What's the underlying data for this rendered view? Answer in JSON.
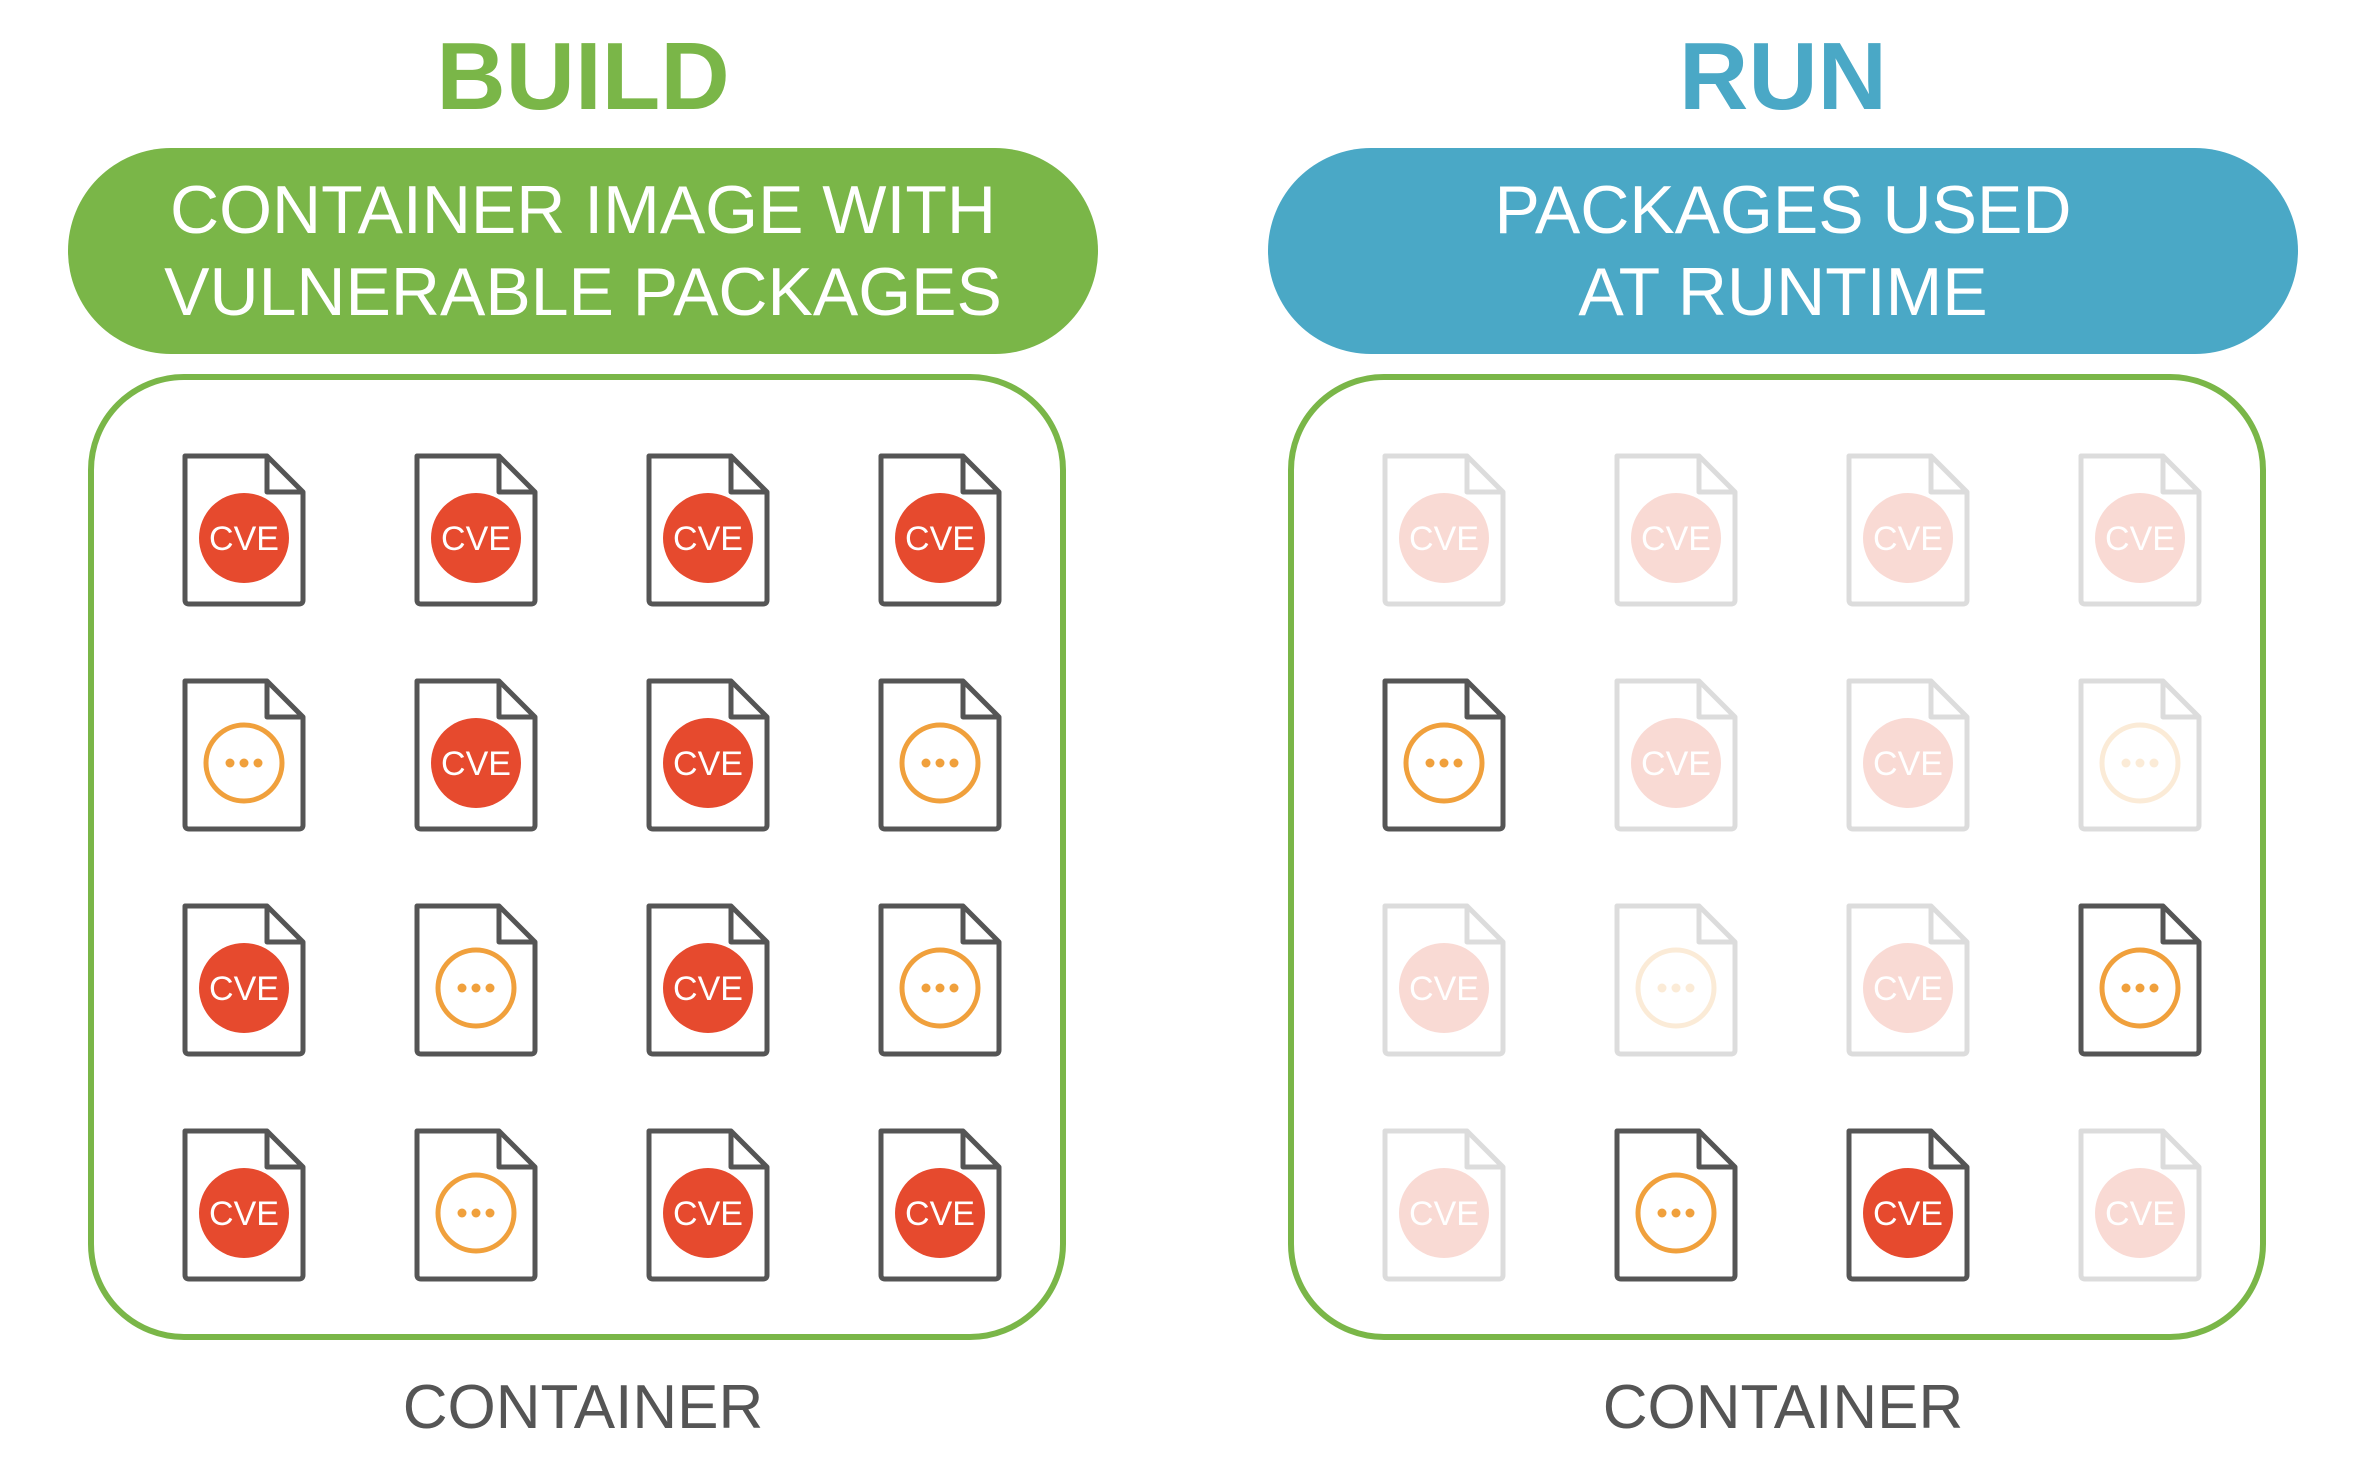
{
  "colors": {
    "build": "#7ab648",
    "run": "#4aa8c6",
    "cve": "#e64a2e",
    "other": "#f0a03c",
    "file_outline": "#555555"
  },
  "build": {
    "title": "BUILD",
    "pill_lines": [
      "CONTAINER IMAGE WITH",
      "VULNERABLE PACKAGES"
    ],
    "container_label": "CONTAINER",
    "packages": [
      [
        {
          "type": "cve",
          "label": "CVE",
          "active": true
        },
        {
          "type": "cve",
          "label": "CVE",
          "active": true
        },
        {
          "type": "cve",
          "label": "CVE",
          "active": true
        },
        {
          "type": "cve",
          "label": "CVE",
          "active": true
        }
      ],
      [
        {
          "type": "other",
          "active": true
        },
        {
          "type": "cve",
          "label": "CVE",
          "active": true
        },
        {
          "type": "cve",
          "label": "CVE",
          "active": true
        },
        {
          "type": "other",
          "active": true
        }
      ],
      [
        {
          "type": "cve",
          "label": "CVE",
          "active": true
        },
        {
          "type": "other",
          "active": true
        },
        {
          "type": "cve",
          "label": "CVE",
          "active": true
        },
        {
          "type": "other",
          "active": true
        }
      ],
      [
        {
          "type": "cve",
          "label": "CVE",
          "active": true
        },
        {
          "type": "other",
          "active": true
        },
        {
          "type": "cve",
          "label": "CVE",
          "active": true
        },
        {
          "type": "cve",
          "label": "CVE",
          "active": true
        }
      ]
    ]
  },
  "run": {
    "title": "RUN",
    "pill_lines": [
      "PACKAGES USED",
      "AT RUNTIME"
    ],
    "container_label": "CONTAINER",
    "packages": [
      [
        {
          "type": "cve",
          "label": "CVE",
          "active": false
        },
        {
          "type": "cve",
          "label": "CVE",
          "active": false
        },
        {
          "type": "cve",
          "label": "CVE",
          "active": false
        },
        {
          "type": "cve",
          "label": "CVE",
          "active": false
        }
      ],
      [
        {
          "type": "other",
          "active": true
        },
        {
          "type": "cve",
          "label": "CVE",
          "active": false
        },
        {
          "type": "cve",
          "label": "CVE",
          "active": false
        },
        {
          "type": "other",
          "active": false
        }
      ],
      [
        {
          "type": "cve",
          "label": "CVE",
          "active": false
        },
        {
          "type": "other",
          "active": false
        },
        {
          "type": "cve",
          "label": "CVE",
          "active": false
        },
        {
          "type": "other",
          "active": true
        }
      ],
      [
        {
          "type": "cve",
          "label": "CVE",
          "active": false
        },
        {
          "type": "other",
          "active": true
        },
        {
          "type": "cve",
          "label": "CVE",
          "active": true
        },
        {
          "type": "cve",
          "label": "CVE",
          "active": false
        }
      ]
    ]
  }
}
